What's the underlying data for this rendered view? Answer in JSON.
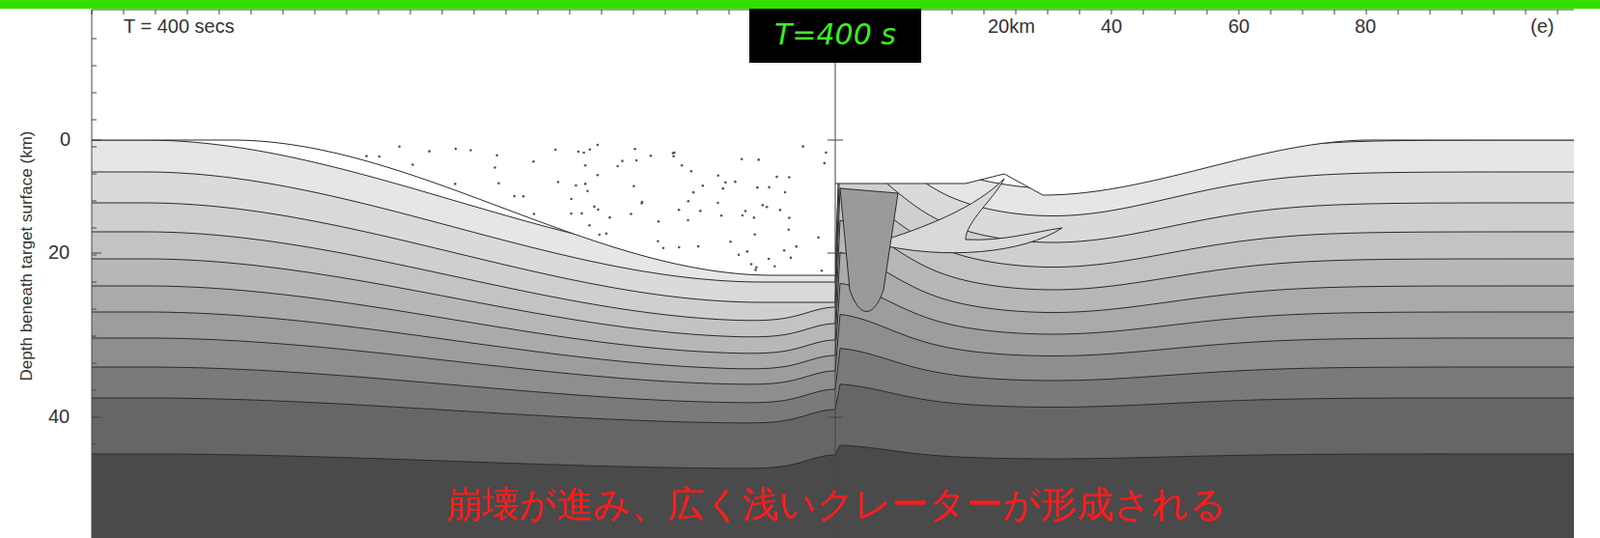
{
  "diagram": {
    "caption": "崩壊が進み、広く浅いクレーターが形成される",
    "nodes": [
      {
        "text": [
          "T=400 s"
        ]
      }
    ],
    "labels": [
      "T = 400 secs",
      "20km",
      "40",
      "60",
      "80",
      "(e)",
      "0",
      "20",
      "40",
      "Depth beneath target surface (km)"
    ]
  }
}
